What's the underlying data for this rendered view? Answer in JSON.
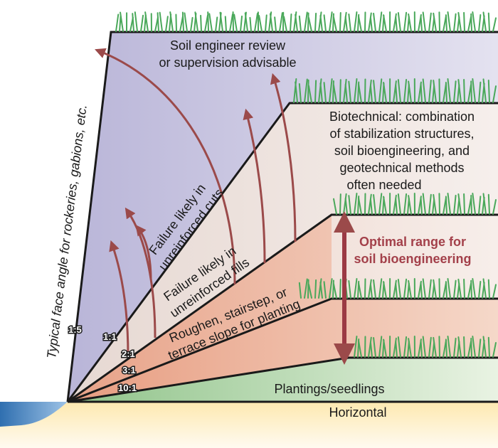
{
  "colors": {
    "bg_steepest": "#cbc8e0",
    "bg_cuts": "#efe3de",
    "bg_fills": "#f5ece8",
    "bg_terrace": "#efb69e",
    "bg_plantings": "#a9cf9c",
    "bg_horizontal": "#fdf1c7",
    "water": "#4a84bd",
    "arrow": "#9b4a4a",
    "optimal": "#a3404a",
    "grass": "#4aa85a"
  },
  "regions": {
    "steep": [
      "Soil engineer review",
      "or supervision advisable"
    ],
    "biotech": [
      "Biotechnical: combination",
      "of stabilization structures,",
      "soil bioengineering, and",
      "geotechnical methods",
      "often needed"
    ],
    "optimal": [
      "Optimal range for",
      "soil bioengineering"
    ],
    "cuts": [
      "Failure likely in",
      "unreinforced cuts"
    ],
    "fills": [
      "Failure likely in",
      "unreinforced fills"
    ],
    "terrace": [
      "Roughen, stairstep, or",
      "terrace slope for planting"
    ],
    "plantings": "Plantings/seedlings",
    "horizontal": "Horizontal",
    "face_angle": "Typical face angle for rockeries, gabions, etc."
  },
  "ratios": [
    "1:5",
    "1:1",
    "2:1",
    "3:1",
    "10:1"
  ]
}
